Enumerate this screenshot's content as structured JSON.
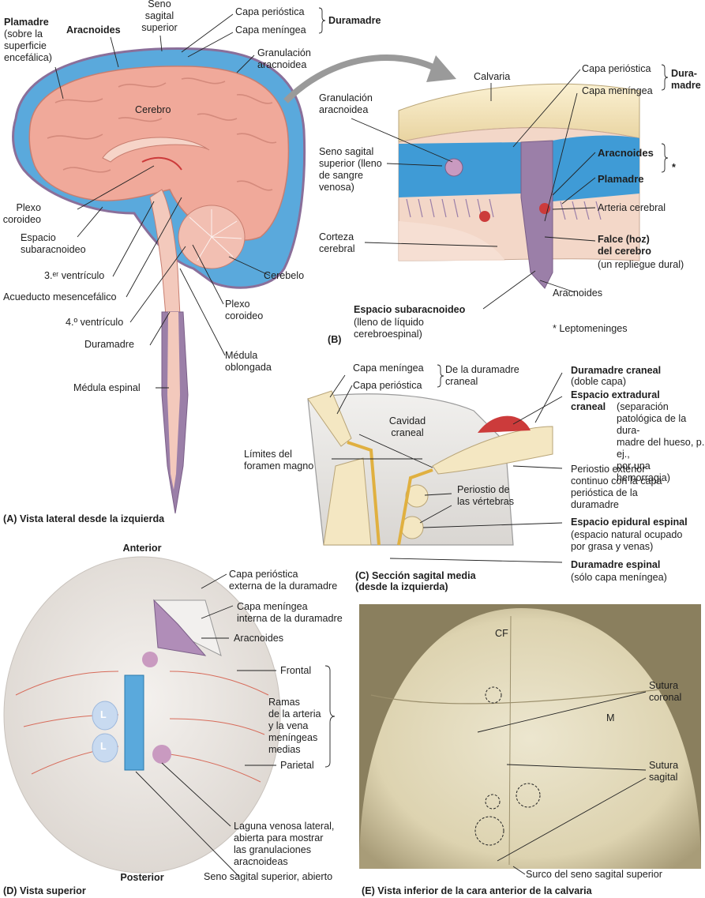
{
  "panel_a": {
    "caption": "(A) Vista lateral desde la izquierda",
    "plamadre_title": "Plamadre",
    "plamadre_note": "(sobre la\nsuperficie\nencefálica)",
    "aracnoides": "Aracnoides",
    "seno_sagital": "Seno\nsagital\nsuperior",
    "capa_periostica": "Capa perióstica",
    "capa_meningea": "Capa meníngea",
    "duramadre_group": "Duramadre",
    "granulacion": "Granulación\naracnoidea",
    "cerebro": "Cerebro",
    "plexo_coroideo_1": "Plexo\ncoroideo",
    "espacio_subaracnoideo": "Espacio\nsubaracnoideo",
    "tercer_ventriculo": "3.ᵉʳ ventrículo",
    "acueducto": "Acueducto mesencefálico",
    "cuarto_ventriculo": "4.º ventrículo",
    "duramadre": "Duramadre",
    "cerebelo": "Cerebelo",
    "plexo_coroideo_2": "Plexo\ncoroideo",
    "medula_oblongada": "Médula\noblongada",
    "medula_espinal": "Médula espinal"
  },
  "panel_b": {
    "caption": "(B)",
    "calvaria": "Calvaria",
    "capa_periostica": "Capa perióstica",
    "capa_meningea": "Capa meníngea",
    "duramadre_group": "Dura-\nmadre",
    "granulacion": "Granulación\naracnoidea",
    "seno_sagital": "Seno sagital\nsuperior (lleno\nde sangre\nvenosa)",
    "aracnoides_b": "Aracnoides",
    "plamadre_b": "Plamadre",
    "asterisk": "*",
    "arteria_cerebral": "Arteria cerebral",
    "corteza": "Corteza\ncerebral",
    "falce_title": "Falce (hoz)\ndel cerebro",
    "falce_note": "(un repliegue dural)",
    "aracnoides_low": "Aracnoides",
    "espacio_title": "Espacio subaracnoideo",
    "espacio_note": "(lleno de líquido\ncerebroespinal)",
    "leptomeninges": "* Leptomeninges"
  },
  "panel_c": {
    "caption": "(C) Sección sagital media\n(desde la izquierda)",
    "capa_meningea": "Capa meníngea",
    "capa_periostica": "Capa perióstica",
    "de_la_dura": "De la duramadre\ncraneal",
    "cavidad": "Cavidad\ncraneal",
    "limites": "Límites del\nforamen magno",
    "dura_craneal_title": "Duramadre craneal",
    "dura_craneal_note": "(doble capa)",
    "extradural_title": "Espacio extradural\ncraneal",
    "extradural_note": " (separación\npatológica de la dura-\nmadre del hueso, p. ej.,\npor una hemorragia)",
    "periostio_vert": "Periostio de\nlas vértebras",
    "periostio_ext": "Periostio exterior\ncontinuo con la capa\nperióstica de la\nduramadre",
    "epidural_title": "Espacio epidural espinal",
    "epidural_note": "(espacio natural ocupado\npor grasa y venas)",
    "dura_espinal_title": "Duramadre espinal",
    "dura_espinal_note": "(sólo capa meníngea)"
  },
  "panel_d": {
    "caption": "(D) Vista superior",
    "anterior": "Anterior",
    "posterior": "Posterior",
    "capa_periostica": "Capa perióstica\nexterna de la duramadre",
    "capa_meningea": "Capa meníngea\ninterna de la duramadre",
    "aracnoides": "Aracnoides",
    "frontal": "Frontal",
    "ramas": "Ramas\nde la arteria\ny la vena\nmeníngeas\nmedias",
    "parietal": "Parietal",
    "laguna": "Laguna venosa lateral,\nabierta para mostrar\nlas granulaciones\naracnoideas",
    "seno": "Seno sagital superior, abierto",
    "l_label": "L"
  },
  "panel_e": {
    "caption": "(E) Vista inferior de la cara anterior de la calvaria",
    "cf": "CF",
    "m": "M",
    "sutura_coronal": "Sutura\ncoronal",
    "sutura_sagital": "Sutura\nsagital",
    "surco": "Surco del seno sagital superior"
  },
  "colors": {
    "brain": "#f0a99a",
    "dura": "#9b7fa8",
    "sinus": "#5aa9dc",
    "bone": "#f4e7c2",
    "artery": "#cc3b3b"
  }
}
